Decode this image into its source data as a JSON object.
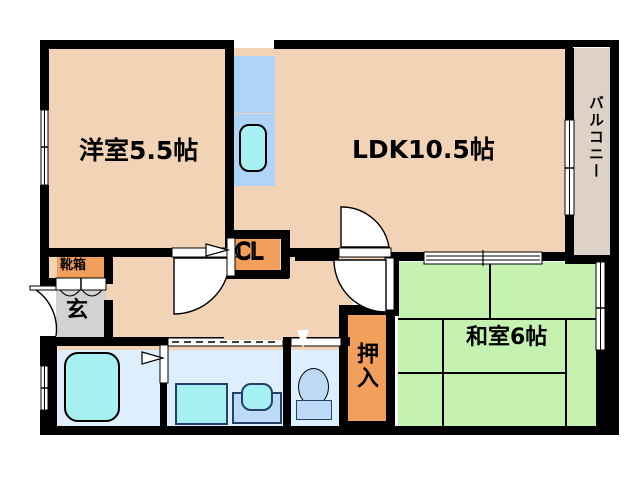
{
  "plan": {
    "type": "residential-floor-plan",
    "background_color": "#ffffff",
    "wall_color": "#000000",
    "rooms": [
      {
        "key": "western_room",
        "label": "洋室5.5帖",
        "fill": "#f3d3b5",
        "size_jo": 5.5
      },
      {
        "key": "ldk",
        "label": "LDK10.5帖",
        "fill": "#f3d3b5",
        "size_jo": 10.5
      },
      {
        "key": "japanese_room",
        "label": "和室6帖",
        "fill": "#c5f2b0",
        "size_jo": 6
      },
      {
        "key": "balcony",
        "label": "バルコニー",
        "fill": "#ded2c6"
      },
      {
        "key": "closet_cl",
        "label": "CL",
        "fill": "#f29f5c"
      },
      {
        "key": "oshiire",
        "label": "押入",
        "fill": "#f29f5c"
      },
      {
        "key": "shoe_box",
        "label": "靴箱",
        "fill": "#f29f5c"
      },
      {
        "key": "genkan",
        "label": "玄",
        "fill": "#d2d2d2"
      }
    ],
    "fixtures": [
      {
        "key": "bathtub",
        "name": "bathtub"
      },
      {
        "key": "kitchen_sink",
        "name": "kitchen-sink"
      },
      {
        "key": "kitchen_counter",
        "name": "kitchen-counter"
      },
      {
        "key": "washer_space",
        "name": "washing-machine-space"
      },
      {
        "key": "vanity",
        "name": "wash-basin-vanity"
      },
      {
        "key": "toilet",
        "name": "toilet"
      }
    ],
    "openings": [
      {
        "key": "entrance_door",
        "name": "entrance-door",
        "type": "swing"
      },
      {
        "key": "bedroom_door",
        "name": "western-room-door",
        "type": "swing"
      },
      {
        "key": "ldk_door",
        "name": "ldk-door",
        "type": "swing"
      },
      {
        "key": "hall_door",
        "name": "hall-door",
        "type": "swing"
      },
      {
        "key": "bath_door",
        "name": "bathroom-door",
        "type": "folding"
      },
      {
        "key": "toilet_door",
        "name": "toilet-door",
        "type": "folding"
      },
      {
        "key": "washroom_sliding",
        "name": "washroom-sliding-door",
        "type": "sliding"
      },
      {
        "key": "tatami_sliding",
        "name": "tatami-sliding-door",
        "type": "sliding"
      },
      {
        "key": "balcony_window",
        "name": "balcony-window",
        "type": "window"
      },
      {
        "key": "west_window",
        "name": "western-room-window",
        "type": "window"
      },
      {
        "key": "bath_window",
        "name": "bathroom-window",
        "type": "window"
      },
      {
        "key": "tatami_window",
        "name": "tatami-room-window",
        "type": "window"
      }
    ]
  }
}
